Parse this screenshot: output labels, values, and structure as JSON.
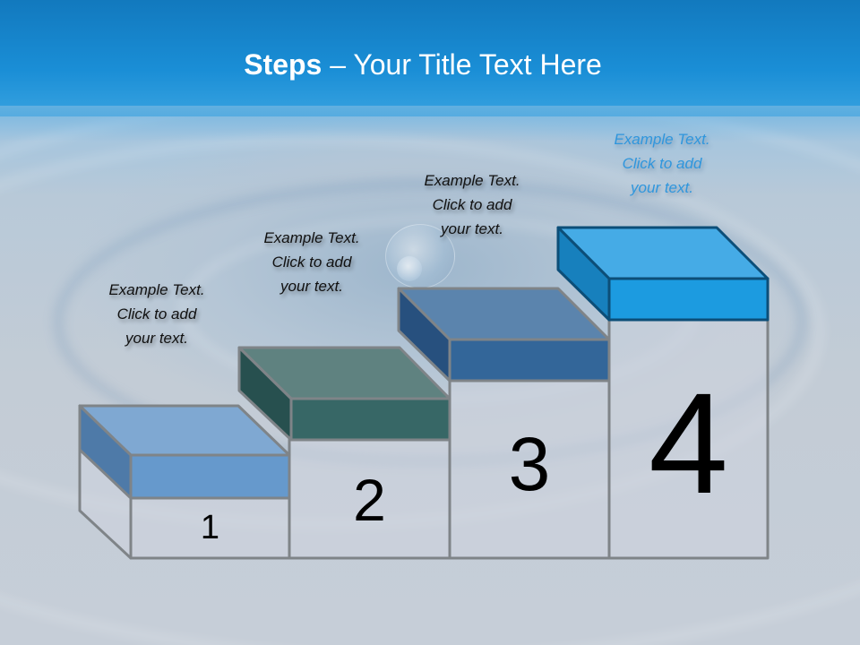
{
  "slide": {
    "title_bold": "Steps",
    "title_rest": " – Your Title Text Here"
  },
  "steps": [
    {
      "number": "1",
      "line1": "Example Text.",
      "line2": "Click  to add",
      "line3": "your text.",
      "top_color": "#7fa8d2",
      "front_color": "#6699cc",
      "side_color": "#4e7aa8",
      "text_color": "#111111"
    },
    {
      "number": "2",
      "line1": "Example Text.",
      "line2": "Click  to add",
      "line3": "your text.",
      "top_color": "#5f8280",
      "front_color": "#376766",
      "side_color": "#27504f",
      "text_color": "#111111"
    },
    {
      "number": "3",
      "line1": "Example Text.",
      "line2": "Click  to add",
      "line3": "your text.",
      "top_color": "#5b84ad",
      "front_color": "#336699",
      "side_color": "#27507e",
      "text_color": "#111111"
    },
    {
      "number": "4",
      "line1": "Example Text.",
      "line2": "Click  to add",
      "line3": "your text.",
      "top_color": "#45abe6",
      "front_color": "#1c9be0",
      "side_color": "#1780bd",
      "text_color": "#2f96dd"
    }
  ]
}
